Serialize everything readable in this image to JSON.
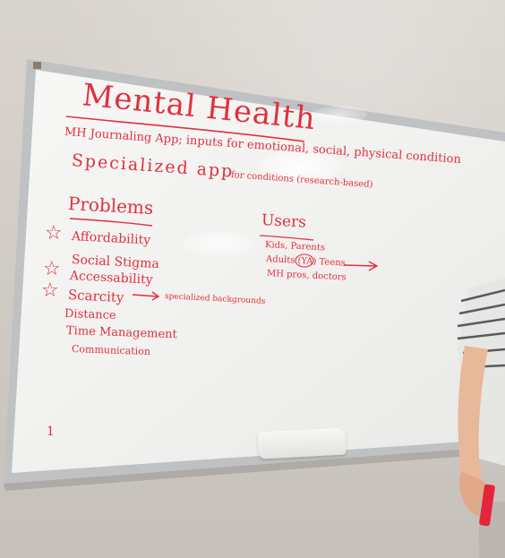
{
  "whiteboard": {
    "title": "Mental Health",
    "line_journaling": "MH Journaling App; inputs for emotional, social, physical condition",
    "line_specialized_main": "Specialized app",
    "line_specialized_rest": "for conditions (research-based)",
    "problems": {
      "heading": "Problems",
      "items": [
        {
          "label": "Affordability",
          "starred": true
        },
        {
          "label": "Social Stigma",
          "starred": true
        },
        {
          "label": "Accessability",
          "starred": false
        },
        {
          "label": "Scarcity",
          "starred": true,
          "note": "specialized backgrounds"
        },
        {
          "label": "Distance",
          "starred": false
        },
        {
          "label": "Time Management",
          "starred": false
        },
        {
          "label": "Communication",
          "starred": false
        }
      ]
    },
    "users": {
      "heading": "Users",
      "items": [
        "Kids, Parents",
        "Adults (YA) Teens",
        "MH pros, doctors"
      ]
    },
    "corner_mark": "1"
  },
  "colors": {
    "marker_red": "#e0313d",
    "board_white": "#f3f3f1",
    "frame_silver": "#c9cbcc"
  },
  "icons": [
    "star-icon",
    "arrow-right-icon"
  ]
}
